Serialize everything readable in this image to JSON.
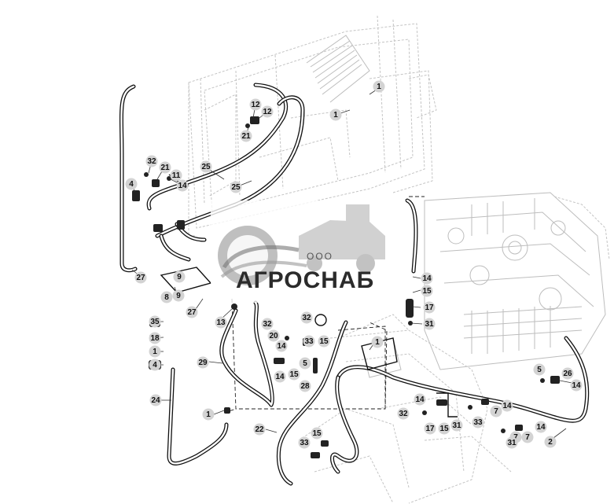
{
  "watermark": {
    "brand_name": "АГРОСНАБ",
    "brand_small": "ООО"
  },
  "callouts": [
    {
      "text": "1"
    },
    {
      "text": "1"
    },
    {
      "text": "12"
    },
    {
      "text": "12"
    },
    {
      "text": "21"
    },
    {
      "text": "32"
    },
    {
      "text": "21"
    },
    {
      "text": "11"
    },
    {
      "text": "14"
    },
    {
      "text": "4"
    },
    {
      "text": "25"
    },
    {
      "text": "25"
    },
    {
      "text": "27"
    },
    {
      "text": "9"
    },
    {
      "text": "9"
    },
    {
      "text": "8"
    },
    {
      "text": "27"
    },
    {
      "text": "35"
    },
    {
      "text": "18"
    },
    {
      "text": "1"
    },
    {
      "text": "4"
    },
    {
      "text": "29"
    },
    {
      "text": "13"
    },
    {
      "text": "32"
    },
    {
      "text": "32"
    },
    {
      "text": "20"
    },
    {
      "text": "14"
    },
    {
      "text": "33"
    },
    {
      "text": "15"
    },
    {
      "text": "5"
    },
    {
      "text": "14"
    },
    {
      "text": "15"
    },
    {
      "text": "28"
    },
    {
      "text": "24"
    },
    {
      "text": "1"
    },
    {
      "text": "22"
    },
    {
      "text": "15"
    },
    {
      "text": "33"
    },
    {
      "text": "1"
    },
    {
      "text": "14"
    },
    {
      "text": "15"
    },
    {
      "text": "17"
    },
    {
      "text": "31"
    },
    {
      "text": "14"
    },
    {
      "text": "32"
    },
    {
      "text": "17"
    },
    {
      "text": "15"
    },
    {
      "text": "31"
    },
    {
      "text": "33"
    },
    {
      "text": "7"
    },
    {
      "text": "14"
    },
    {
      "text": "7"
    },
    {
      "text": "14"
    },
    {
      "text": "31"
    },
    {
      "text": "7"
    },
    {
      "text": "2"
    },
    {
      "text": "5"
    },
    {
      "text": "26"
    },
    {
      "text": "14"
    }
  ]
}
